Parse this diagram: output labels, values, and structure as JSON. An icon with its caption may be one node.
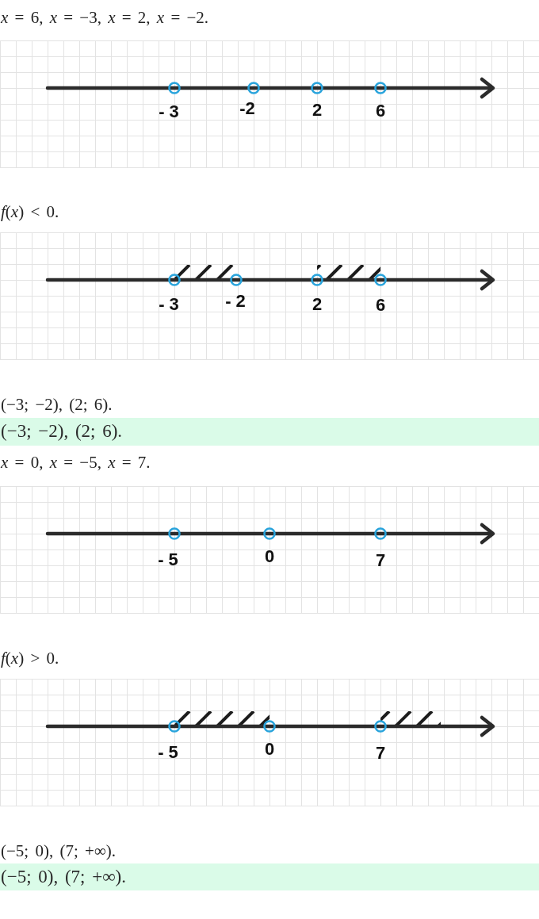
{
  "diagram": {
    "nodes": [
      {
        "text": [
          "(−3; −2), (2; 6)."
        ]
      },
      {
        "text": [
          "(−5; 0), (7; +∞)."
        ]
      }
    ],
    "labels": [
      "*x* = 6, *x* = −3, *x* = 2, *x* = −2.",
      "- 3",
      "-2",
      "2",
      "6",
      "*f*(*x*) < 0.",
      "- 3",
      "- 2",
      "2",
      "6",
      "(−3; −2), (2; 6).",
      "*x* = 0, *x* = −5, *x* = 7.",
      "- 5",
      "0",
      "7",
      "*f*(*x*) > 0.",
      "- 5",
      "0",
      "7",
      "(−5; 0), (7; +∞)."
    ]
  }
}
